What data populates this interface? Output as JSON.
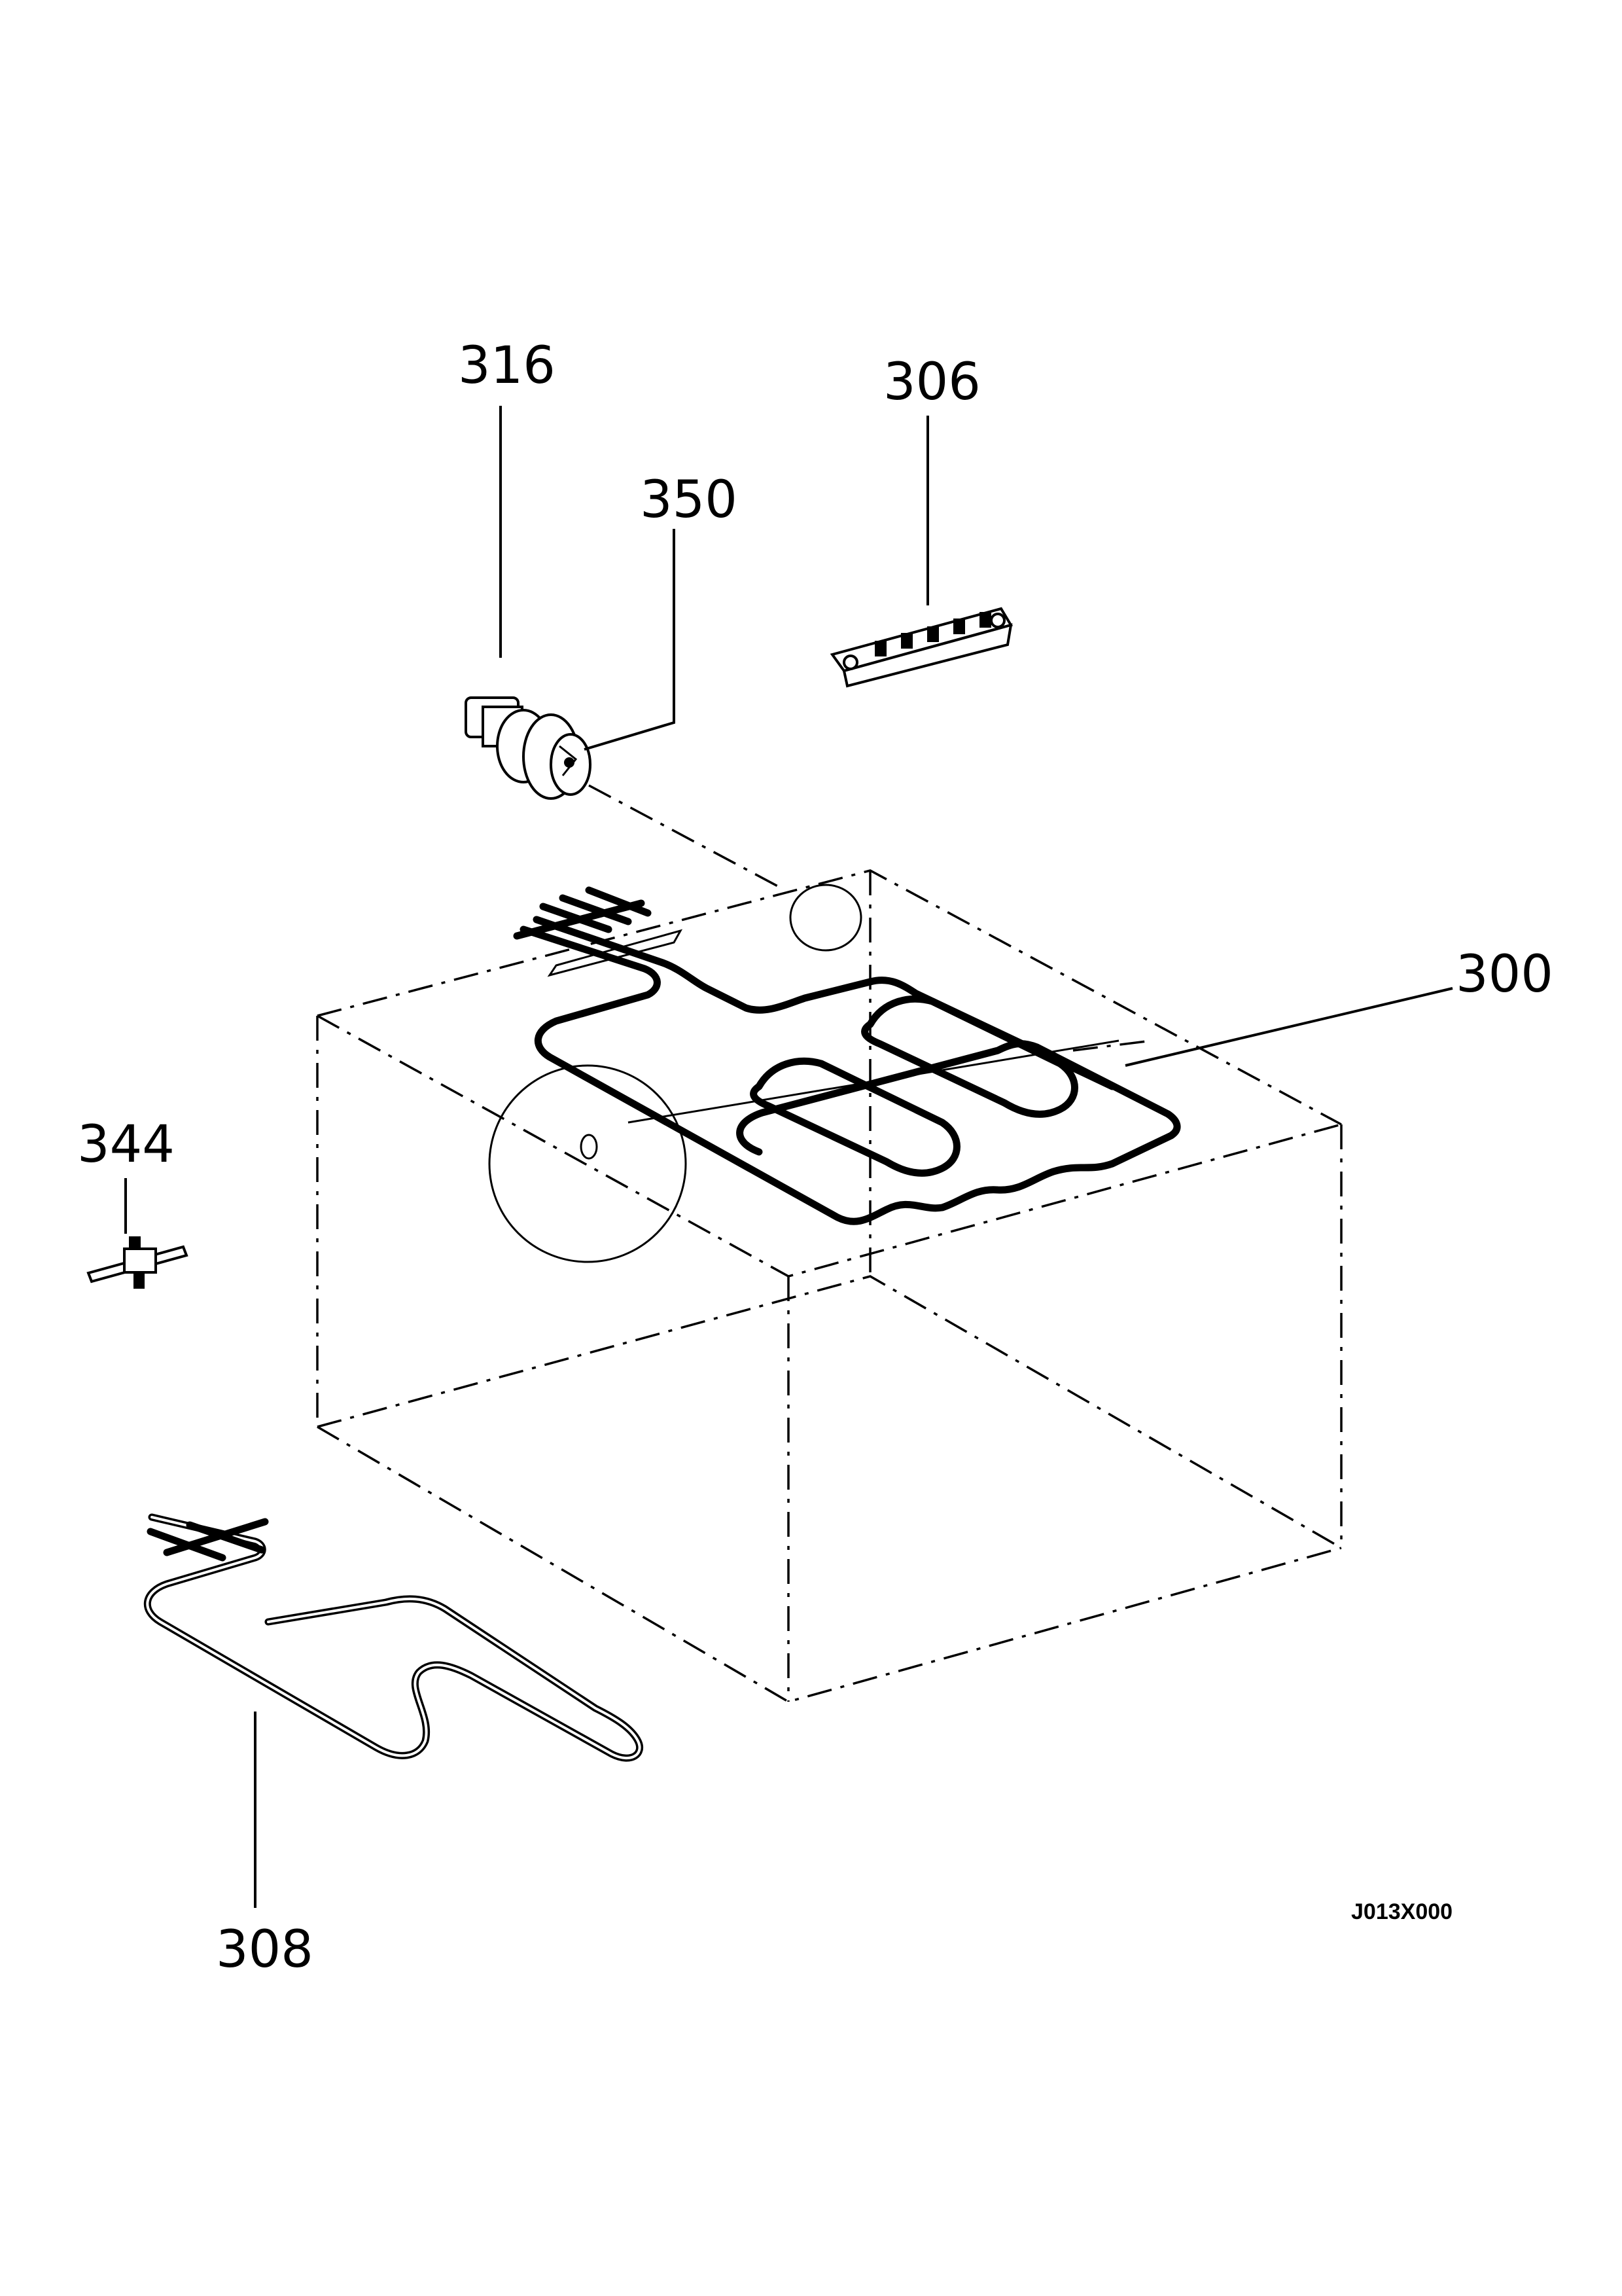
{
  "parts": [
    {
      "id": "fan-motor",
      "label": "316"
    },
    {
      "id": "fan-blade",
      "label": "350"
    },
    {
      "id": "terminal-block",
      "label": "306"
    },
    {
      "id": "top-heating-element",
      "label": "300"
    },
    {
      "id": "thermal-cutout",
      "label": "344"
    },
    {
      "id": "bottom-heating-element",
      "label": "308"
    }
  ],
  "drawing_code": "J013X000",
  "colors": {
    "line": "#000000",
    "background": "#ffffff"
  }
}
